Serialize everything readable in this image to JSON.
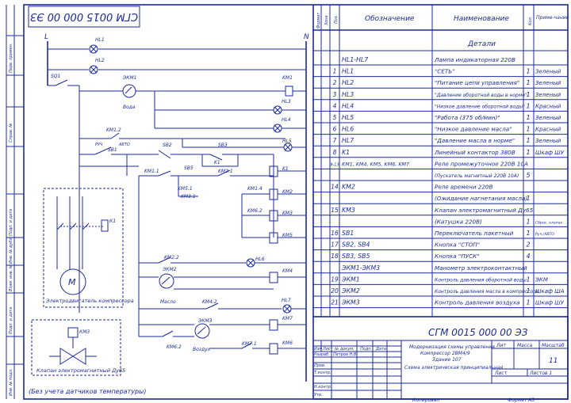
{
  "drawing": {
    "code": "СГМ 0015 000 00 ЭЗ",
    "code_rotated": "СГМ 0015 000 00 ЭЗ",
    "note": "(Без учета датчиков температуры)",
    "motor_caption": "Электродвигатель компрессора",
    "valve_caption": "Клапан электромагнитный Ду65",
    "bus_left": "L",
    "bus_right": "N",
    "labels": {
      "water": "Вода",
      "oil": "Масло",
      "air": "Воздух",
      "motor": "М",
      "k1": "К1",
      "km3": "КМ3"
    },
    "side_stamps": [
      "Перв. примен.",
      "Справ. №",
      "Подп. и дата",
      "Инв. № дубл.",
      "Взам. инв. №",
      "Подп. и дата",
      "Инв. № подл."
    ],
    "bottom_left": "Копировал",
    "bottom_right": "Формат   А3"
  },
  "table": {
    "headers": {
      "format": "Формат",
      "zone": "Зона",
      "pos": "Поз.",
      "designation": "Обозначение",
      "name": "Наименование",
      "qty": "Кол.",
      "note": "Приме-чание"
    },
    "section": "Детали",
    "rows": [
      {
        "pos": "",
        "des": "HL1-HL7",
        "name": "Лампа индикаторная 220В",
        "qty": "",
        "note": ""
      },
      {
        "pos": "1",
        "des": "HL1",
        "name": "\"СЕТЬ\"",
        "qty": "1",
        "note": "Зеленый"
      },
      {
        "pos": "2",
        "des": "HL2",
        "name": "\"Питание цепи управления\"",
        "qty": "1",
        "note": "Зеленый"
      },
      {
        "pos": "3",
        "des": "HL3",
        "name": "\"Давление оборотной воды в норме\"",
        "qty": "1",
        "note": "Зеленый"
      },
      {
        "pos": "4",
        "des": "HL4",
        "name": "\"Низкое давление оборотной воды\"",
        "qty": "1",
        "note": "Красный"
      },
      {
        "pos": "5",
        "des": "HL5",
        "name": "\"Работа (375 об/мин)\"",
        "qty": "1",
        "note": "Зеленый"
      },
      {
        "pos": "6",
        "des": "HL6",
        "name": "\"Низкое давление масла\"",
        "qty": "1",
        "note": "Красный"
      },
      {
        "pos": "7",
        "des": "HL7",
        "name": "\"Давление масла в норме\"",
        "qty": "1",
        "note": "Зеленый"
      },
      {
        "pos": "8",
        "des": "K1",
        "name": "Линейный контактор 380В",
        "qty": "1",
        "note": "Шкаф ШУ"
      },
      {
        "pos": "9-13",
        "des": "KM1, KM4, KM5, KM6, KM7",
        "name": "Реле промежуточное 220В 10А",
        "qty": "",
        "note": ""
      },
      {
        "pos": "",
        "des": "",
        "name": "(Пускатель магнитный 220В 10А)",
        "qty": "5",
        "note": ""
      },
      {
        "pos": "14",
        "des": "KM2",
        "name": "Реле времени 220В",
        "qty": "",
        "note": ""
      },
      {
        "pos": "",
        "des": "",
        "name": "(Ожидание нагнетания масла)",
        "qty": "1",
        "note": ""
      },
      {
        "pos": "15",
        "des": "KM3",
        "name": "Клапан электромагнитный Ду65",
        "qty": "",
        "note": ""
      },
      {
        "pos": "",
        "des": "",
        "name": "(Катушка 220В)",
        "qty": "1",
        "note": "Сброс. клапан"
      },
      {
        "pos": "16",
        "des": "SB1",
        "name": "Переключатель пакетный",
        "qty": "1",
        "note": "Руч./АВТО"
      },
      {
        "pos": "17",
        "des": "SB2, SB4",
        "name": "Кнопка \"СТОП\"",
        "qty": "2",
        "note": ""
      },
      {
        "pos": "18",
        "des": "SB3, SB5",
        "name": "Кнопка \"ПУСК\"",
        "qty": "4",
        "note": ""
      },
      {
        "pos": "",
        "des": "ЭКМ1-ЭКМ3",
        "name": "Манометр электроконтактный",
        "qty": "",
        "note": ""
      },
      {
        "pos": "19",
        "des": "ЭКМ1",
        "name": "Контроль давления оборотной воды",
        "qty": "1",
        "note": "ЭКМ"
      },
      {
        "pos": "20",
        "des": "ЭКМ2",
        "name": "Контроль давления масла в компрессоре",
        "qty": "1",
        "note": "Шкаф ШA"
      },
      {
        "pos": "21",
        "des": "ЭКМ3",
        "name": "Контроль давления воздуха",
        "qty": "1",
        "note": "Шкаф ШУ"
      }
    ]
  },
  "stamp": {
    "code": "СГМ 0015 000 00 ЭЗ",
    "title1": "Модернизация схемы управления",
    "title2": "Компрессор 2ВМ4/9",
    "title3": "Здание 107",
    "title4": "Схема электрическая принципиальная",
    "lit": "Лит",
    "mass": "Масса",
    "scale": "Масштаб",
    "sheet_count": "11",
    "sheet": "Лист",
    "sheets": "Листов   1",
    "cols": [
      "Изм",
      "Лист",
      "№ докум.",
      "Подп.",
      "Дата"
    ],
    "razrab": "Разраб.",
    "razrab_name": "Петров Н.В.",
    "prov": "Пров.",
    "tkontr": "Т.контр.",
    "nkontr": "Н.контр.",
    "utv": "Утв."
  }
}
